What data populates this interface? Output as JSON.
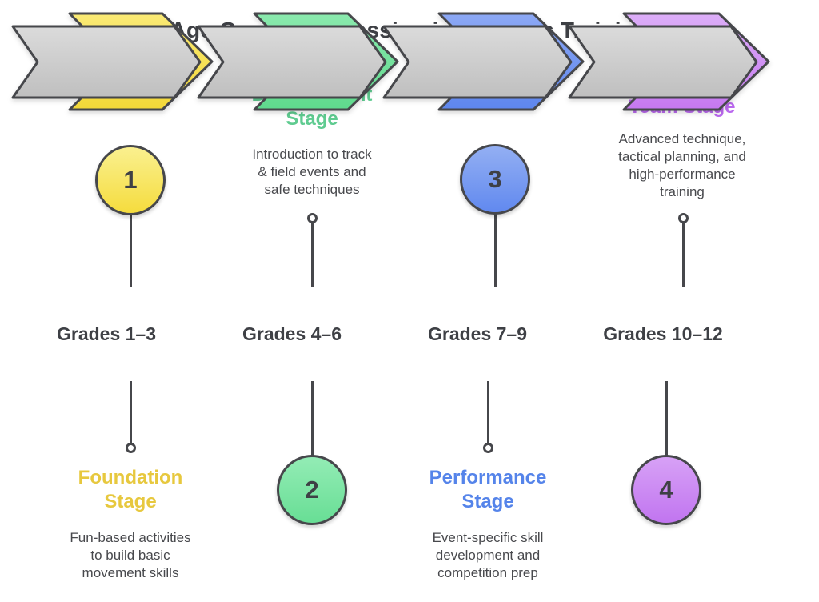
{
  "title": "Age Group Progression in Athletics Training",
  "stages": [
    {
      "number": "1",
      "grade_label": "Grades 1–3",
      "name": "Foundation\nStage",
      "description": "Fun-based activities\nto build basic\nmovement skills",
      "circle_position": "top",
      "label_position": "bottom",
      "accent_color": "#e7c83e",
      "band_color": "#f4dc3f"
    },
    {
      "number": "2",
      "grade_label": "Grades 4–6",
      "name": "Development\nStage",
      "description": "Introduction to track\n& field events and\nsafe techniques",
      "circle_position": "bottom",
      "label_position": "top",
      "accent_color": "#5fcb90",
      "band_color": "#6fdf9a"
    },
    {
      "number": "3",
      "grade_label": "Grades 7–9",
      "name": "Performance\nStage",
      "description": "Event-specific skill\ndevelopment and\ncompetition prep",
      "circle_position": "top",
      "label_position": "bottom",
      "accent_color": "#5584ea",
      "band_color": "#6e93f0"
    },
    {
      "number": "4",
      "grade_label": "Grades 10–12",
      "name": "Elite/School\nTeam Stage",
      "description": "Advanced technique,\ntactical planning, and\nhigh-performance\ntraining",
      "circle_position": "bottom",
      "label_position": "top",
      "accent_color": "#ba68ee",
      "band_color": "#ce8bf2"
    }
  ],
  "colors": {
    "outline": "#46474b",
    "arrow_body": "#cfcfcf",
    "background": "#ffffff",
    "title_text": "#3e4045"
  }
}
